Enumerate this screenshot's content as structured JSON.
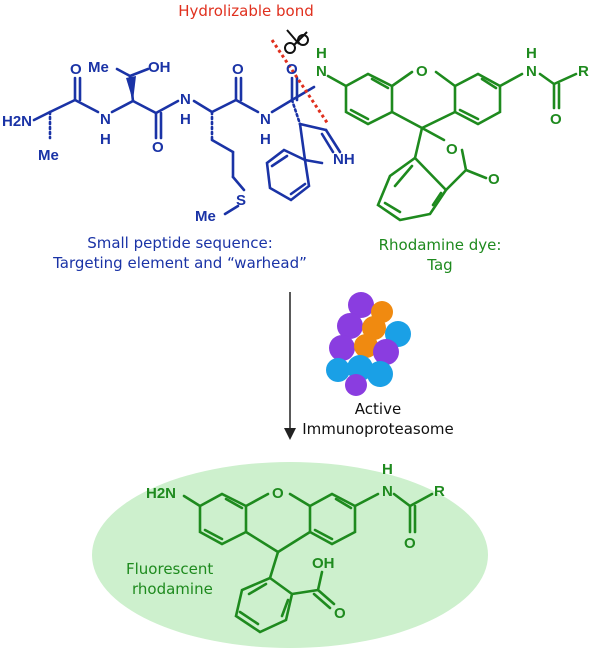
{
  "header": {
    "hydrolizable_label": "Hydrolizable bond"
  },
  "captions": {
    "peptide_line1": "Small peptide sequence:",
    "peptide_line2": "Targeting element and “warhead”",
    "dye_line1": "Rhodamine dye:",
    "dye_line2": "Tag",
    "proteasome_line1": "Active",
    "proteasome_line2": "Immunoproteasome",
    "product_line1": "Fluorescent",
    "product_line2": "rhodamine"
  },
  "atoms": {
    "h2n": "H2N",
    "me_ala": "Me",
    "me_thr": "Me",
    "oh_thr": "OH",
    "o1": "O",
    "o2": "O",
    "o3": "O",
    "o4": "O",
    "nh1": "N",
    "h1": "H",
    "nh2": "N",
    "h2": "H",
    "nh3": "N",
    "h3": "H",
    "nh_indole": "NH",
    "me_met": "Me",
    "s_met": "S",
    "nh_amide": "N",
    "h_amide": "H",
    "o_xanthene": "O",
    "nh_right": "N",
    "h_right": "H",
    "r_right": "R",
    "o_right": "O",
    "o_lactone": "O",
    "o_carbonyl": "O",
    "prod_h2n": "H2N",
    "prod_o_xanthene": "O",
    "prod_nh": "N",
    "prod_h": "H",
    "prod_r": "R",
    "prod_o": "O",
    "prod_oh": "OH",
    "prod_o2": "O"
  },
  "colors": {
    "peptide": "#1a33a6",
    "dye": "#1e8a1e",
    "cleavage": "#e0301e",
    "product_bg": "#cdf0cd",
    "arrow": "#222222",
    "text": "#111111"
  },
  "icons": {
    "scissors": "scissors-icon",
    "proteasome": "proteasome-cluster-icon"
  }
}
